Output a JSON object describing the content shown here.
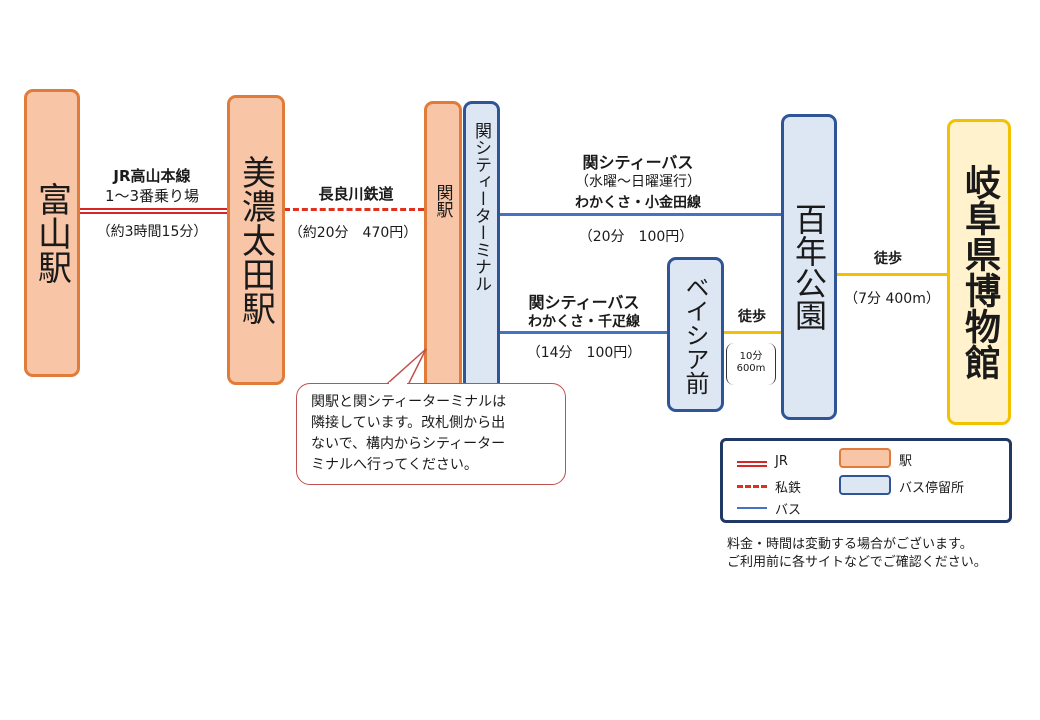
{
  "stations": {
    "toyama": "富山駅",
    "minoota": "美濃太田駅",
    "seki": "関駅",
    "seki_terminal": "関シティーターミナル",
    "beisia": "ベイシア前",
    "hyakunen": "百年公園",
    "museum": "岐阜県博物館"
  },
  "routes": {
    "jr": {
      "name": "JR高山本線",
      "platform": "1～3番乗り場",
      "detail": "（約3時間15分）"
    },
    "nagaragawa": {
      "name": "長良川鉄道",
      "detail": "（約20分　470円）"
    },
    "bus_upper": {
      "name": "関シティーバス",
      "days": "（水曜～日曜運行）",
      "line": "わかくさ・小金田線",
      "detail": "（20分　100円）"
    },
    "bus_lower": {
      "name": "関シティーバス",
      "line": "わかくさ・千疋線",
      "detail": "（14分　100円）"
    },
    "walk_short": {
      "name": "徒歩",
      "detail_time": "10分",
      "detail_dist": "600m"
    },
    "walk_long": {
      "name": "徒歩",
      "detail": "（7分 400m）"
    }
  },
  "callout": {
    "line1": "関駅と関シティーターミナルは",
    "line2": "隣接しています。改札側から出",
    "line3": "ないで、構内からシティーター",
    "line4": "ミナルへ行ってください。"
  },
  "legend": {
    "jr": "JR",
    "private": "私鉄",
    "bus": "バス",
    "station": "駅",
    "bus_stop": "バス停留所"
  },
  "note": {
    "line1": "料金・時間は変動する場合がございます。",
    "line2": "ご利用前に各サイトなどでご確認ください。"
  },
  "colors": {
    "station_fill": "#f8c6a6",
    "station_border": "#e07b39",
    "busstop_fill": "#dde7f3",
    "busstop_border": "#2f5597",
    "museum_fill": "#fff2cc",
    "museum_border": "#f2c200",
    "jr_line": "#d62728",
    "private_line": "#e0301e",
    "bus_line": "#4472c4",
    "walk_line": "#f2c200"
  }
}
